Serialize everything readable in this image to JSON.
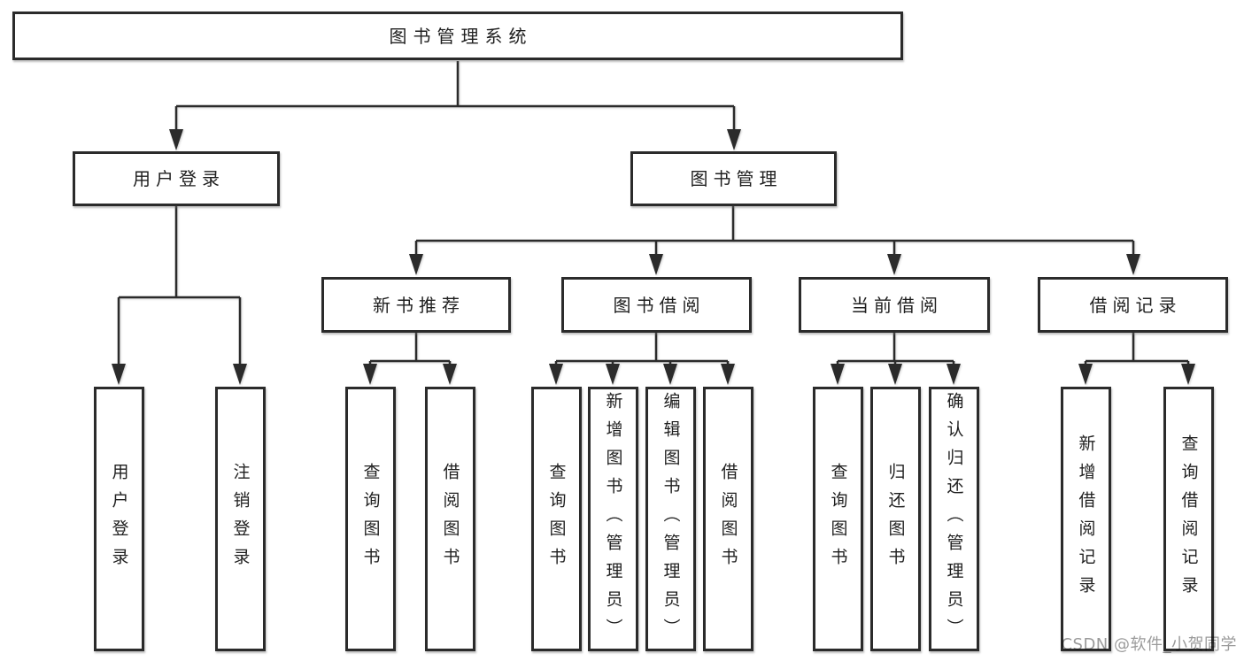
{
  "diagram": {
    "title": "图书管理系统",
    "level2": {
      "user_login": "用户登录",
      "book_mgmt": "图书管理"
    },
    "level3": {
      "new_book_rec": "新书推荐",
      "book_borrow": "图书借阅",
      "current_borrow": "当前借阅",
      "borrow_records": "借阅记录"
    },
    "leaves": {
      "user_login_leaf": "用户登录",
      "logout": "注销登录",
      "query_books_a": "查询图书",
      "borrow_books_a": "借阅图书",
      "query_books_b": "查询图书",
      "add_books_admin": "新增图书（管理员）",
      "edit_books_admin": "编辑图书（管理员）",
      "borrow_books_b": "借阅图书",
      "query_books_c": "查询图书",
      "return_books": "归还图书",
      "confirm_return_admin": "确认归还（管理员）",
      "add_borrow_record": "新增借阅记录",
      "query_borrow_record": "查询借阅记录"
    },
    "hierarchy": {
      "图书管理系统": [
        "用户登录",
        "图书管理"
      ],
      "用户登录": [
        "用户登录",
        "注销登录"
      ],
      "图书管理": [
        "新书推荐",
        "图书借阅",
        "当前借阅",
        "借阅记录"
      ],
      "新书推荐": [
        "查询图书",
        "借阅图书"
      ],
      "图书借阅": [
        "查询图书",
        "新增图书（管理员）",
        "编辑图书（管理员）",
        "借阅图书"
      ],
      "当前借阅": [
        "查询图书",
        "归还图书",
        "确认归还（管理员）"
      ],
      "借阅记录": [
        "新增借阅记录",
        "查询借阅记录"
      ]
    }
  },
  "watermark": "CSDN @软件_小贺同学",
  "colors": {
    "line": "#2b2b2b",
    "text": "#1f1f1f",
    "box_background": "#ffffff",
    "watermark": "#9b9b9b",
    "background": "#ffffff"
  }
}
